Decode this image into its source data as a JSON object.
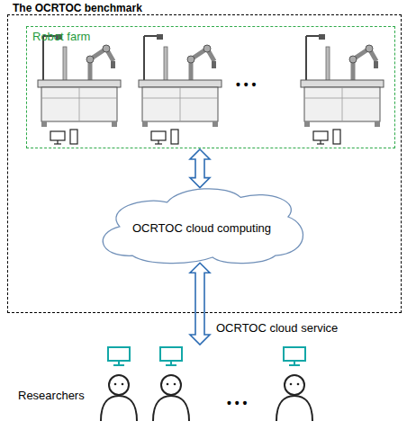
{
  "diagram": {
    "nodes": [
      {
        "text": [
          "The OCRTOC benchmark"
        ]
      },
      {
        "text": [
          "Robot farm"
        ],
        "in": 0
      },
      {
        "text": [
          "OCRTOC cloud computing"
        ],
        "in": 0
      },
      {
        "text": [
          "Researchers"
        ]
      }
    ],
    "edges": [
      {
        "from": 1,
        "to": 2,
        "arrow": "both"
      },
      {
        "from": 2,
        "to": 3,
        "label": "OCRTOC cloud service",
        "arrow": "both"
      }
    ],
    "labels": [
      "• • •",
      "• • •"
    ]
  }
}
